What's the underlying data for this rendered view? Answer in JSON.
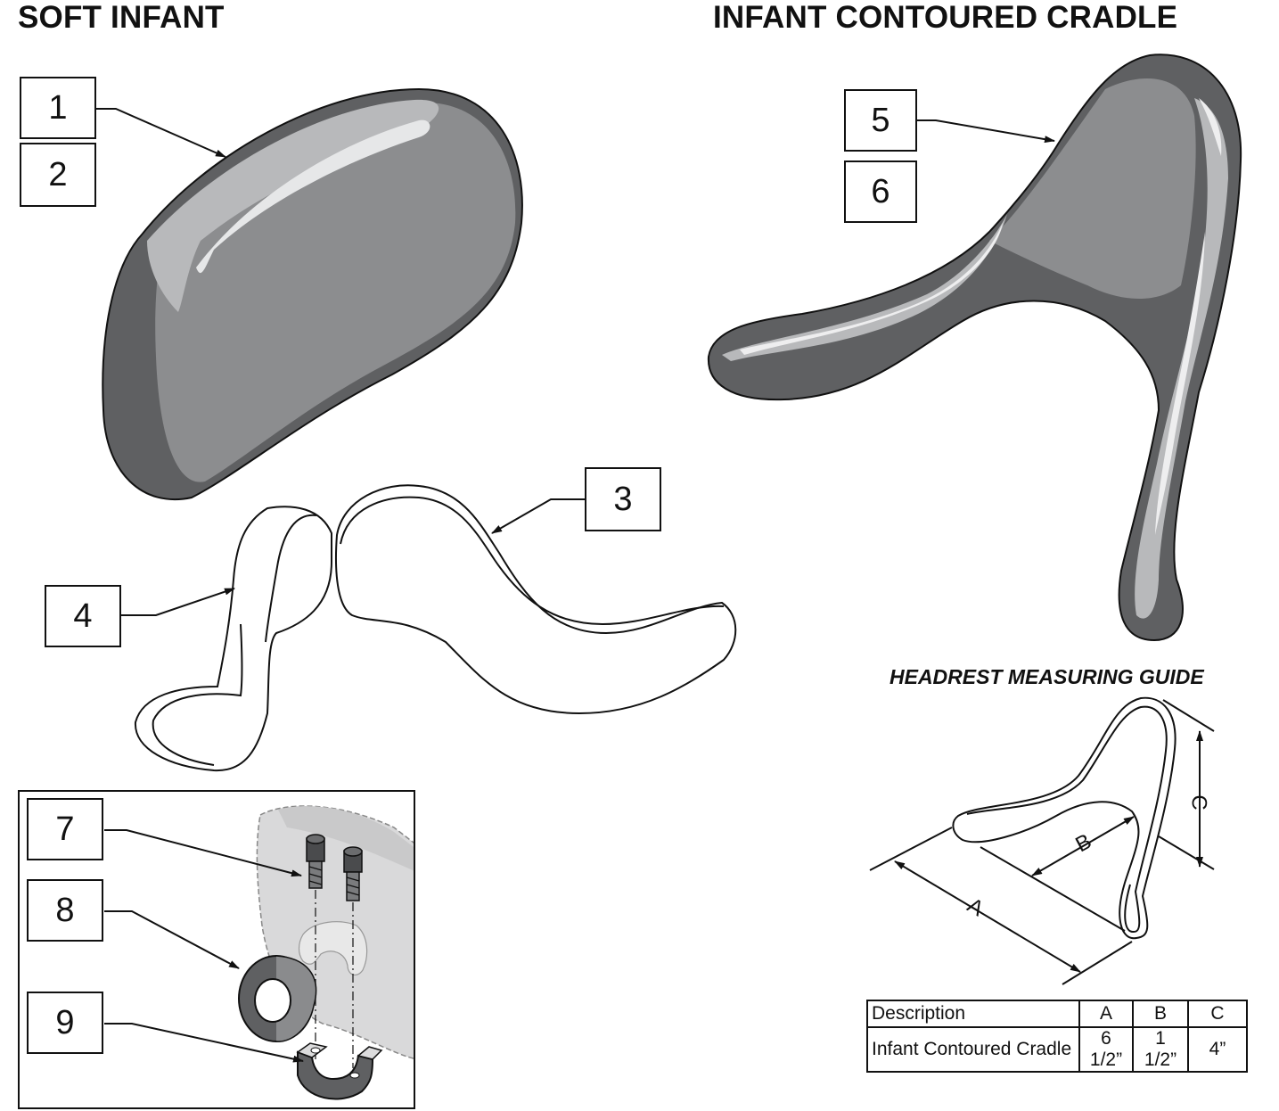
{
  "headings": {
    "left": "SOFT INFANT",
    "right": "INFANT CONTOURED CRADLE",
    "guide": "HEADREST MEASURING GUIDE"
  },
  "callouts": [
    "1",
    "2",
    "3",
    "4",
    "5",
    "6",
    "7",
    "8",
    "9"
  ],
  "dimension_labels": {
    "a": "A",
    "b": "B",
    "c": "C"
  },
  "table": {
    "headers": [
      "Description",
      "A",
      "B",
      "C"
    ],
    "rows": [
      [
        "Infant Contoured Cradle",
        "6 1/2”",
        "1 1/2”",
        "4”"
      ]
    ]
  }
}
